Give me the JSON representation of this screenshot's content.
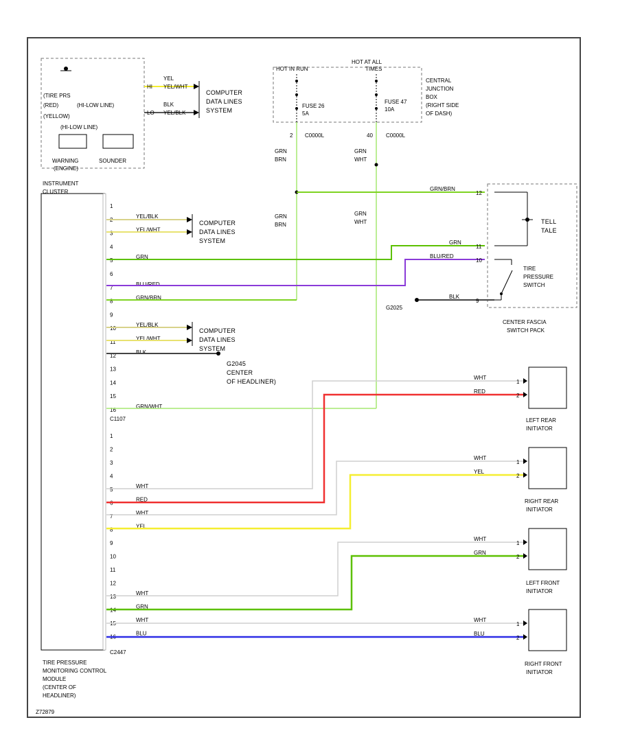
{
  "colors": {
    "frame": "#444444",
    "green": "#7ed321",
    "green_dark": "#5cc000",
    "red": "#f03030",
    "yellow": "#f5ee30",
    "purple": "#8a3ad8",
    "blue": "#2c2ce6",
    "white_wire": "#cfcfcf",
    "dash": "#777777",
    "black": "#000000"
  },
  "tpms_module": {
    "lines": [
      "TIRE PRESSURE",
      "MONITORING CONTROL",
      "MODULE",
      "(CENTER OF",
      "HEADLINER)"
    ]
  },
  "instrument_cluster": {
    "title_lines": [
      "INSTRUMENT",
      "CLUSTER"
    ],
    "warn_lines": [
      "(TIRE PRS",
      "(RED)",
      "(YELLOW)"
    ],
    "low_line_1": "(HI-LOW LINE)",
    "low_line_2": "(HI-LOW LINE)",
    "warning_label": "WARNING",
    "engine_label": "(ENGINE)",
    "sounder_label": "SOUNDER",
    "wires": [
      {
        "pin": "HI",
        "color": "YEL",
        "code": "YEL/WHT"
      },
      {
        "pin": "LO",
        "color": "BLK",
        "code": "YEL/BLK"
      }
    ],
    "dest_lines": [
      "COMPUTER",
      "DATA LINES",
      "SYSTEM"
    ]
  },
  "fuse_block": {
    "hot_run": "HOT IN RUN",
    "hot_all": "HOT AT ALL",
    "times": "TIMES",
    "fuse_left": [
      "FUSE 26",
      "5A"
    ],
    "fuse_right": [
      "FUSE 47",
      "10A"
    ],
    "pin_left": "2",
    "pin_right": "40",
    "conn_left": "C0000L",
    "conn_right": "C0000L",
    "cjb_lines": [
      "CENTRAL",
      "JUNCTION",
      "BOX",
      "(RIGHT SIDE",
      "OF DASH)"
    ],
    "wire_left": [
      "GRN",
      "BRN"
    ],
    "wire_right": [
      "GRN",
      "WHT"
    ],
    "mid_left": [
      "GRN",
      "BRN"
    ],
    "mid_right": [
      "GRN",
      "WHT"
    ]
  },
  "module_pins": [
    {
      "pin": "1",
      "wire": ""
    },
    {
      "pin": "2",
      "wire": "YEL/BLK"
    },
    {
      "pin": "3",
      "wire": "YEL/WHT"
    },
    {
      "pin": "4",
      "wire": ""
    },
    {
      "pin": "5",
      "wire": "GRN"
    },
    {
      "pin": "6",
      "wire": ""
    },
    {
      "pin": "7",
      "wire": "BLU/RED"
    },
    {
      "pin": "8",
      "wire": "GRN/BRN"
    },
    {
      "pin": "9",
      "wire": ""
    },
    {
      "pin": "10",
      "wire": "YEL/BLK"
    },
    {
      "pin": "11",
      "wire": "YEL/WHT"
    },
    {
      "pin": "12",
      "wire": "BLK"
    },
    {
      "pin": "13",
      "wire": ""
    },
    {
      "pin": "14",
      "wire": ""
    },
    {
      "pin": "15",
      "wire": ""
    },
    {
      "pin": "16",
      "wire": "GRN/WHT"
    }
  ],
  "connector_c1": "C1107",
  "module_pins_2": [
    {
      "pin": "1",
      "wire": ""
    },
    {
      "pin": "2",
      "wire": ""
    },
    {
      "pin": "3",
      "wire": ""
    },
    {
      "pin": "4",
      "wire": ""
    },
    {
      "pin": "5",
      "wire": "WHT"
    },
    {
      "pin": "6",
      "wire": "RED"
    },
    {
      "pin": "7",
      "wire": "WHT"
    },
    {
      "pin": "8",
      "wire": "YEL"
    },
    {
      "pin": "9",
      "wire": ""
    },
    {
      "pin": "10",
      "wire": ""
    },
    {
      "pin": "11",
      "wire": ""
    },
    {
      "pin": "12",
      "wire": ""
    },
    {
      "pin": "13",
      "wire": "WHT"
    },
    {
      "pin": "14",
      "wire": "GRN"
    },
    {
      "pin": "15",
      "wire": "WHT"
    },
    {
      "pin": "16",
      "wire": "BLU"
    }
  ],
  "connector_c2": "C2447",
  "data_lines_1": [
    "COMPUTER",
    "DATA LINES",
    "SYSTEM"
  ],
  "data_lines_2": [
    "COMPUTER",
    "DATA LINES",
    "SYSTEM"
  ],
  "ground": [
    "G2045",
    "CENTER",
    "OF HEADLINER)"
  ],
  "switch_pack": {
    "label_lines": [
      "CENTER FASCIA",
      "SWITCH PACK"
    ],
    "telltale_lines": [
      "TELL",
      "TALE"
    ],
    "switch_lines": [
      "TIRE",
      "PRESSURE",
      "SWITCH"
    ],
    "wires": [
      {
        "code": "GRN/BRN",
        "pin": "12"
      },
      {
        "code": "GRN",
        "pin": "11"
      },
      {
        "code": "BLU/RED",
        "pin": "10"
      },
      {
        "code": "BLK",
        "pin": "9"
      }
    ],
    "ground": "G2025"
  },
  "initiators": [
    {
      "name": [
        "LEFT REAR",
        "INITIATOR"
      ],
      "wires": [
        {
          "code": "WHT",
          "pin": "1"
        },
        {
          "code": "RED",
          "pin": "2"
        }
      ]
    },
    {
      "name": [
        "RIGHT REAR",
        "INITIATOR"
      ],
      "wires": [
        {
          "code": "WHT",
          "pin": "1"
        },
        {
          "code": "YEL",
          "pin": "2"
        }
      ]
    },
    {
      "name": [
        "LEFT FRONT",
        "INITIATOR"
      ],
      "wires": [
        {
          "code": "WHT",
          "pin": "1"
        },
        {
          "code": "GRN",
          "pin": "2"
        }
      ]
    },
    {
      "name": [
        "RIGHT FRONT",
        "INITIATOR"
      ],
      "wires": [
        {
          "code": "WHT",
          "pin": "1"
        },
        {
          "code": "BLU",
          "pin": "2"
        }
      ]
    }
  ],
  "footer_code": "Z72879"
}
